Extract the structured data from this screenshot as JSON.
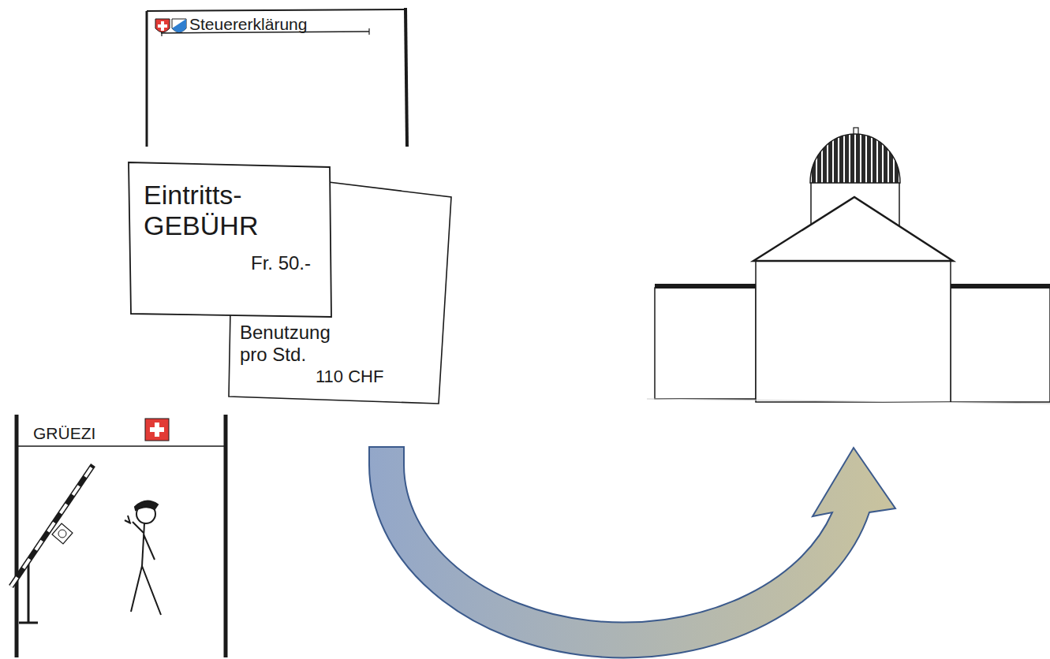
{
  "diagram": {
    "nodes": [
      {
        "text": [
          "Steuererklärung"
        ]
      },
      {
        "text": [
          "Eintritts- GEBÜHR",
          "Fr. 50.-"
        ]
      },
      {
        "text": [
          "Benutzung pro Std.",
          "110 CHF"
        ]
      },
      {
        "text": [
          "GRÜEZI"
        ]
      }
    ]
  }
}
